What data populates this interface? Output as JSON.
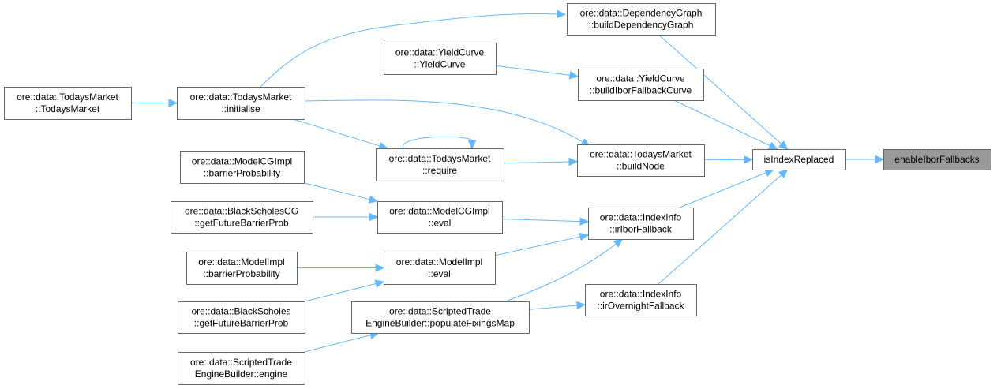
{
  "graph": {
    "nodes": [
      {
        "id": "enable",
        "lines": [
          "enableIborFallbacks"
        ],
        "highlight": true
      },
      {
        "id": "isrep",
        "lines": [
          "isIndexReplaced"
        ]
      },
      {
        "id": "depgraph",
        "lines": [
          "ore::data::DependencyGraph",
          "::buildDependencyGraph"
        ]
      },
      {
        "id": "ibcurve",
        "lines": [
          "ore::data::YieldCurve",
          "::buildIborFallbackCurve"
        ]
      },
      {
        "id": "buildnode",
        "lines": [
          "ore::data::TodaysMarket",
          "::buildNode"
        ]
      },
      {
        "id": "iribor",
        "lines": [
          "ore::data::IndexInfo",
          "::irIborFallback"
        ]
      },
      {
        "id": "irovn",
        "lines": [
          "ore::data::IndexInfo",
          "::irOvernightFallback"
        ]
      },
      {
        "id": "yc",
        "lines": [
          "ore::data::YieldCurve",
          "::YieldCurve"
        ]
      },
      {
        "id": "init",
        "lines": [
          "ore::data::TodaysMarket",
          "::initialise"
        ]
      },
      {
        "id": "tmctor",
        "lines": [
          "ore::data::TodaysMarket",
          "::TodaysMarket"
        ]
      },
      {
        "id": "require",
        "lines": [
          "ore::data::TodaysMarket",
          "::require"
        ]
      },
      {
        "id": "cgbp",
        "lines": [
          "ore::data::ModelCGImpl",
          "::barrierProbability"
        ]
      },
      {
        "id": "bscg",
        "lines": [
          "ore::data::BlackScholesCG",
          "::getFutureBarrierProb"
        ]
      },
      {
        "id": "cgeval",
        "lines": [
          "ore::data::ModelCGImpl",
          "::eval"
        ]
      },
      {
        "id": "mieval",
        "lines": [
          "ore::data::ModelImpl",
          "::eval"
        ]
      },
      {
        "id": "mibp",
        "lines": [
          "ore::data::ModelImpl",
          "::barrierProbability"
        ]
      },
      {
        "id": "bs",
        "lines": [
          "ore::data::BlackScholes",
          "::getFutureBarrierProb"
        ]
      },
      {
        "id": "pfm",
        "lines": [
          "ore::data::ScriptedTrade",
          "EngineBuilder::populateFixingsMap"
        ]
      },
      {
        "id": "engine",
        "lines": [
          "ore::data::ScriptedTrade",
          "EngineBuilder::engine"
        ]
      }
    ],
    "edges": [
      [
        "tmctor",
        "init"
      ],
      [
        "init",
        "depgraph"
      ],
      [
        "init",
        "buildnode"
      ],
      [
        "init",
        "require"
      ],
      [
        "yc",
        "ibcurve"
      ],
      [
        "require",
        "require"
      ],
      [
        "require",
        "buildnode"
      ],
      [
        "cgbp",
        "cgeval"
      ],
      [
        "bscg",
        "cgeval"
      ],
      [
        "cgeval",
        "iribor"
      ],
      [
        "mibp",
        "mieval"
      ],
      [
        "bs",
        "mieval"
      ],
      [
        "mieval",
        "iribor"
      ],
      [
        "pfm",
        "iribor"
      ],
      [
        "pfm",
        "irovn"
      ],
      [
        "engine",
        "pfm"
      ],
      [
        "depgraph",
        "isrep"
      ],
      [
        "ibcurve",
        "isrep"
      ],
      [
        "buildnode",
        "isrep"
      ],
      [
        "iribor",
        "isrep"
      ],
      [
        "irovn",
        "isrep"
      ],
      [
        "isrep",
        "enable"
      ]
    ]
  }
}
